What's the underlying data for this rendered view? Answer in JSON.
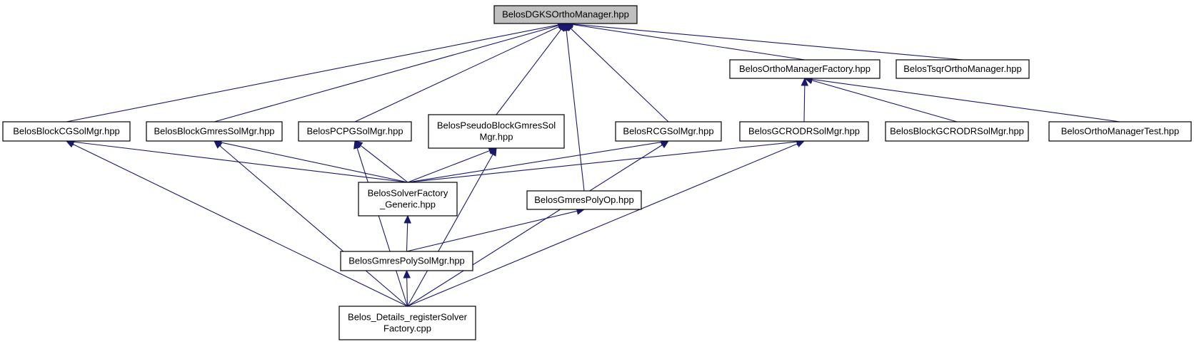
{
  "diagram": {
    "type": "include-dependency-graph",
    "colors": {
      "edge": "#191970",
      "root_fill": "#bfbfbf",
      "node_fill": "#ffffff",
      "border": "#000000"
    },
    "nodes": [
      {
        "id": "n_dgks",
        "lines": [
          "BelosDGKSOrthoManager.hpp"
        ],
        "root": true
      },
      {
        "id": "n_omf",
        "lines": [
          "BelosOrthoManagerFactory.hpp"
        ]
      },
      {
        "id": "n_tsqr",
        "lines": [
          "BelosTsqrOrthoManager.hpp"
        ]
      },
      {
        "id": "n_bcg",
        "lines": [
          "BelosBlockCGSolMgr.hpp"
        ]
      },
      {
        "id": "n_bgmres",
        "lines": [
          "BelosBlockGmresSolMgr.hpp"
        ]
      },
      {
        "id": "n_pcpg",
        "lines": [
          "BelosPCPGSolMgr.hpp"
        ]
      },
      {
        "id": "n_pbgmres",
        "lines": [
          "BelosPseudoBlockGmresSol",
          "Mgr.hpp"
        ]
      },
      {
        "id": "n_rcg",
        "lines": [
          "BelosRCGSolMgr.hpp"
        ]
      },
      {
        "id": "n_gcrodr",
        "lines": [
          "BelosGCRODRSolMgr.hpp"
        ]
      },
      {
        "id": "n_bgcrodr",
        "lines": [
          "BelosBlockGCRODRSolMgr.hpp"
        ]
      },
      {
        "id": "n_omtest",
        "lines": [
          "BelosOrthoManagerTest.hpp"
        ]
      },
      {
        "id": "n_sfg",
        "lines": [
          "BelosSolverFactory",
          "_Generic.hpp"
        ]
      },
      {
        "id": "n_gpop",
        "lines": [
          "BelosGmresPolyOp.hpp"
        ]
      },
      {
        "id": "n_gpsm",
        "lines": [
          "BelosGmresPolySolMgr.hpp"
        ]
      },
      {
        "id": "n_reg",
        "lines": [
          "Belos_Details_registerSolver",
          "Factory.cpp"
        ]
      }
    ],
    "edges": [
      {
        "from": "n_omf",
        "to": "n_dgks"
      },
      {
        "from": "n_tsqr",
        "to": "n_dgks"
      },
      {
        "from": "n_bcg",
        "to": "n_dgks"
      },
      {
        "from": "n_bgmres",
        "to": "n_dgks"
      },
      {
        "from": "n_pcpg",
        "to": "n_dgks"
      },
      {
        "from": "n_pbgmres",
        "to": "n_dgks"
      },
      {
        "from": "n_gpop",
        "to": "n_dgks"
      },
      {
        "from": "n_rcg",
        "to": "n_dgks"
      },
      {
        "from": "n_gcrodr",
        "to": "n_omf"
      },
      {
        "from": "n_bgcrodr",
        "to": "n_omf"
      },
      {
        "from": "n_omtest",
        "to": "n_omf"
      },
      {
        "from": "n_sfg",
        "to": "n_bcg"
      },
      {
        "from": "n_sfg",
        "to": "n_bgmres"
      },
      {
        "from": "n_sfg",
        "to": "n_pcpg"
      },
      {
        "from": "n_sfg",
        "to": "n_pbgmres"
      },
      {
        "from": "n_sfg",
        "to": "n_rcg"
      },
      {
        "from": "n_sfg",
        "to": "n_gcrodr"
      },
      {
        "from": "n_gpsm",
        "to": "n_sfg"
      },
      {
        "from": "n_gpsm",
        "to": "n_gpop"
      },
      {
        "from": "n_reg",
        "to": "n_gpsm"
      },
      {
        "from": "n_reg",
        "to": "n_bcg"
      },
      {
        "from": "n_reg",
        "to": "n_bgmres"
      },
      {
        "from": "n_reg",
        "to": "n_pcpg"
      },
      {
        "from": "n_reg",
        "to": "n_pbgmres"
      },
      {
        "from": "n_reg",
        "to": "n_rcg"
      },
      {
        "from": "n_reg",
        "to": "n_gcrodr"
      }
    ]
  }
}
